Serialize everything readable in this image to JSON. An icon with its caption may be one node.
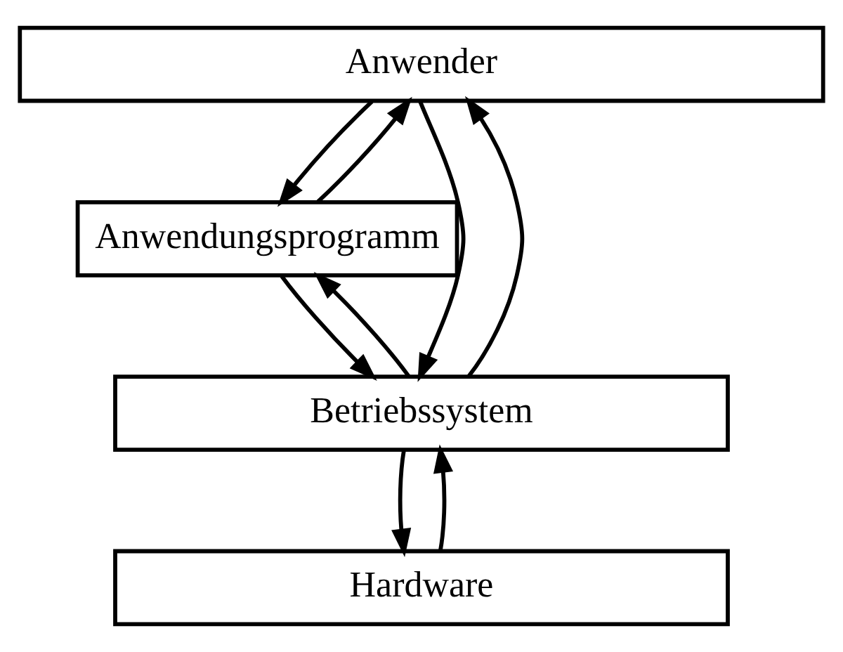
{
  "diagram": {
    "nodes": [
      {
        "text": [
          "Anwender"
        ]
      },
      {
        "text": [
          "Anwendungsprogramm"
        ]
      },
      {
        "text": [
          "Betriebssystem"
        ]
      },
      {
        "text": [
          "Hardware"
        ]
      }
    ],
    "edges": [
      {
        "from": 0,
        "to": 1,
        "arrow": "to"
      },
      {
        "from": 1,
        "to": 0,
        "arrow": "to"
      },
      {
        "from": 1,
        "to": 2,
        "arrow": "to"
      },
      {
        "from": 2,
        "to": 1,
        "arrow": "to"
      },
      {
        "from": 0,
        "to": 2,
        "arrow": "to"
      },
      {
        "from": 2,
        "to": 0,
        "arrow": "to"
      },
      {
        "from": 2,
        "to": 3,
        "arrow": "to"
      },
      {
        "from": 3,
        "to": 2,
        "arrow": "to"
      }
    ]
  }
}
